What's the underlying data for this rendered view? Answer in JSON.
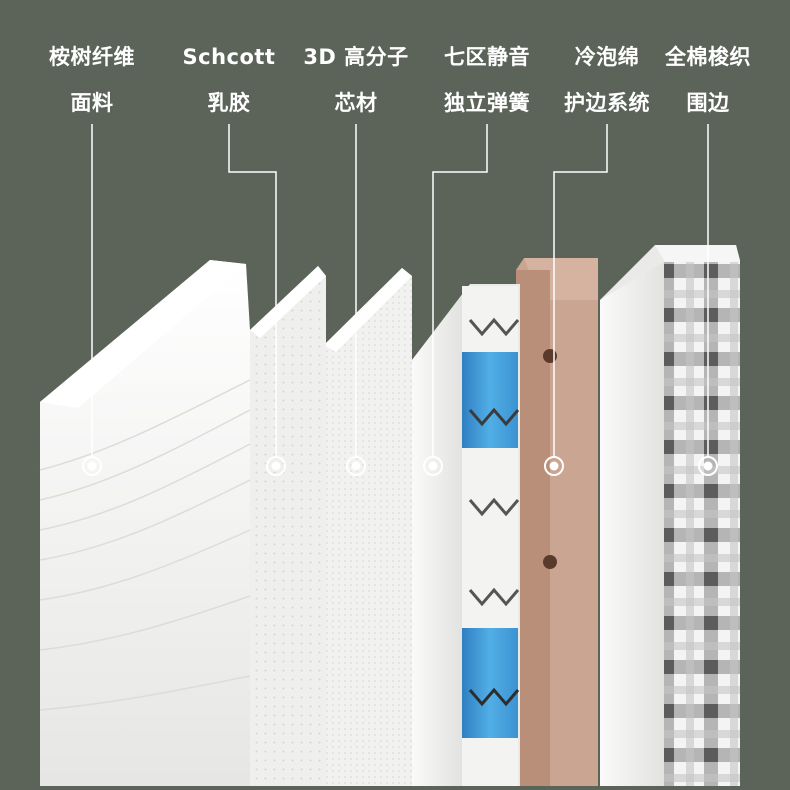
{
  "layers": [
    {
      "id": "eucalyptus",
      "line1": "桉树纤维",
      "line2": "面料"
    },
    {
      "id": "latex",
      "line1": "Schcott",
      "line2": "乳胶"
    },
    {
      "id": "core3d",
      "line1": "3D 高分子",
      "line2": "芯材"
    },
    {
      "id": "springs",
      "line1": "七区静音",
      "line2": "独立弹簧"
    },
    {
      "id": "foam",
      "line1": "冷泡绵",
      "line2": "护边系统"
    },
    {
      "id": "cotton",
      "line1": "全棉梭织",
      "line2": "围边"
    }
  ],
  "colors": {
    "background": "#5c645a",
    "fabric_white": "#f2f2f0",
    "spring_blue": "#3c92d2",
    "foam_pink": "#c9a592",
    "plaid_gray": "#707070"
  }
}
